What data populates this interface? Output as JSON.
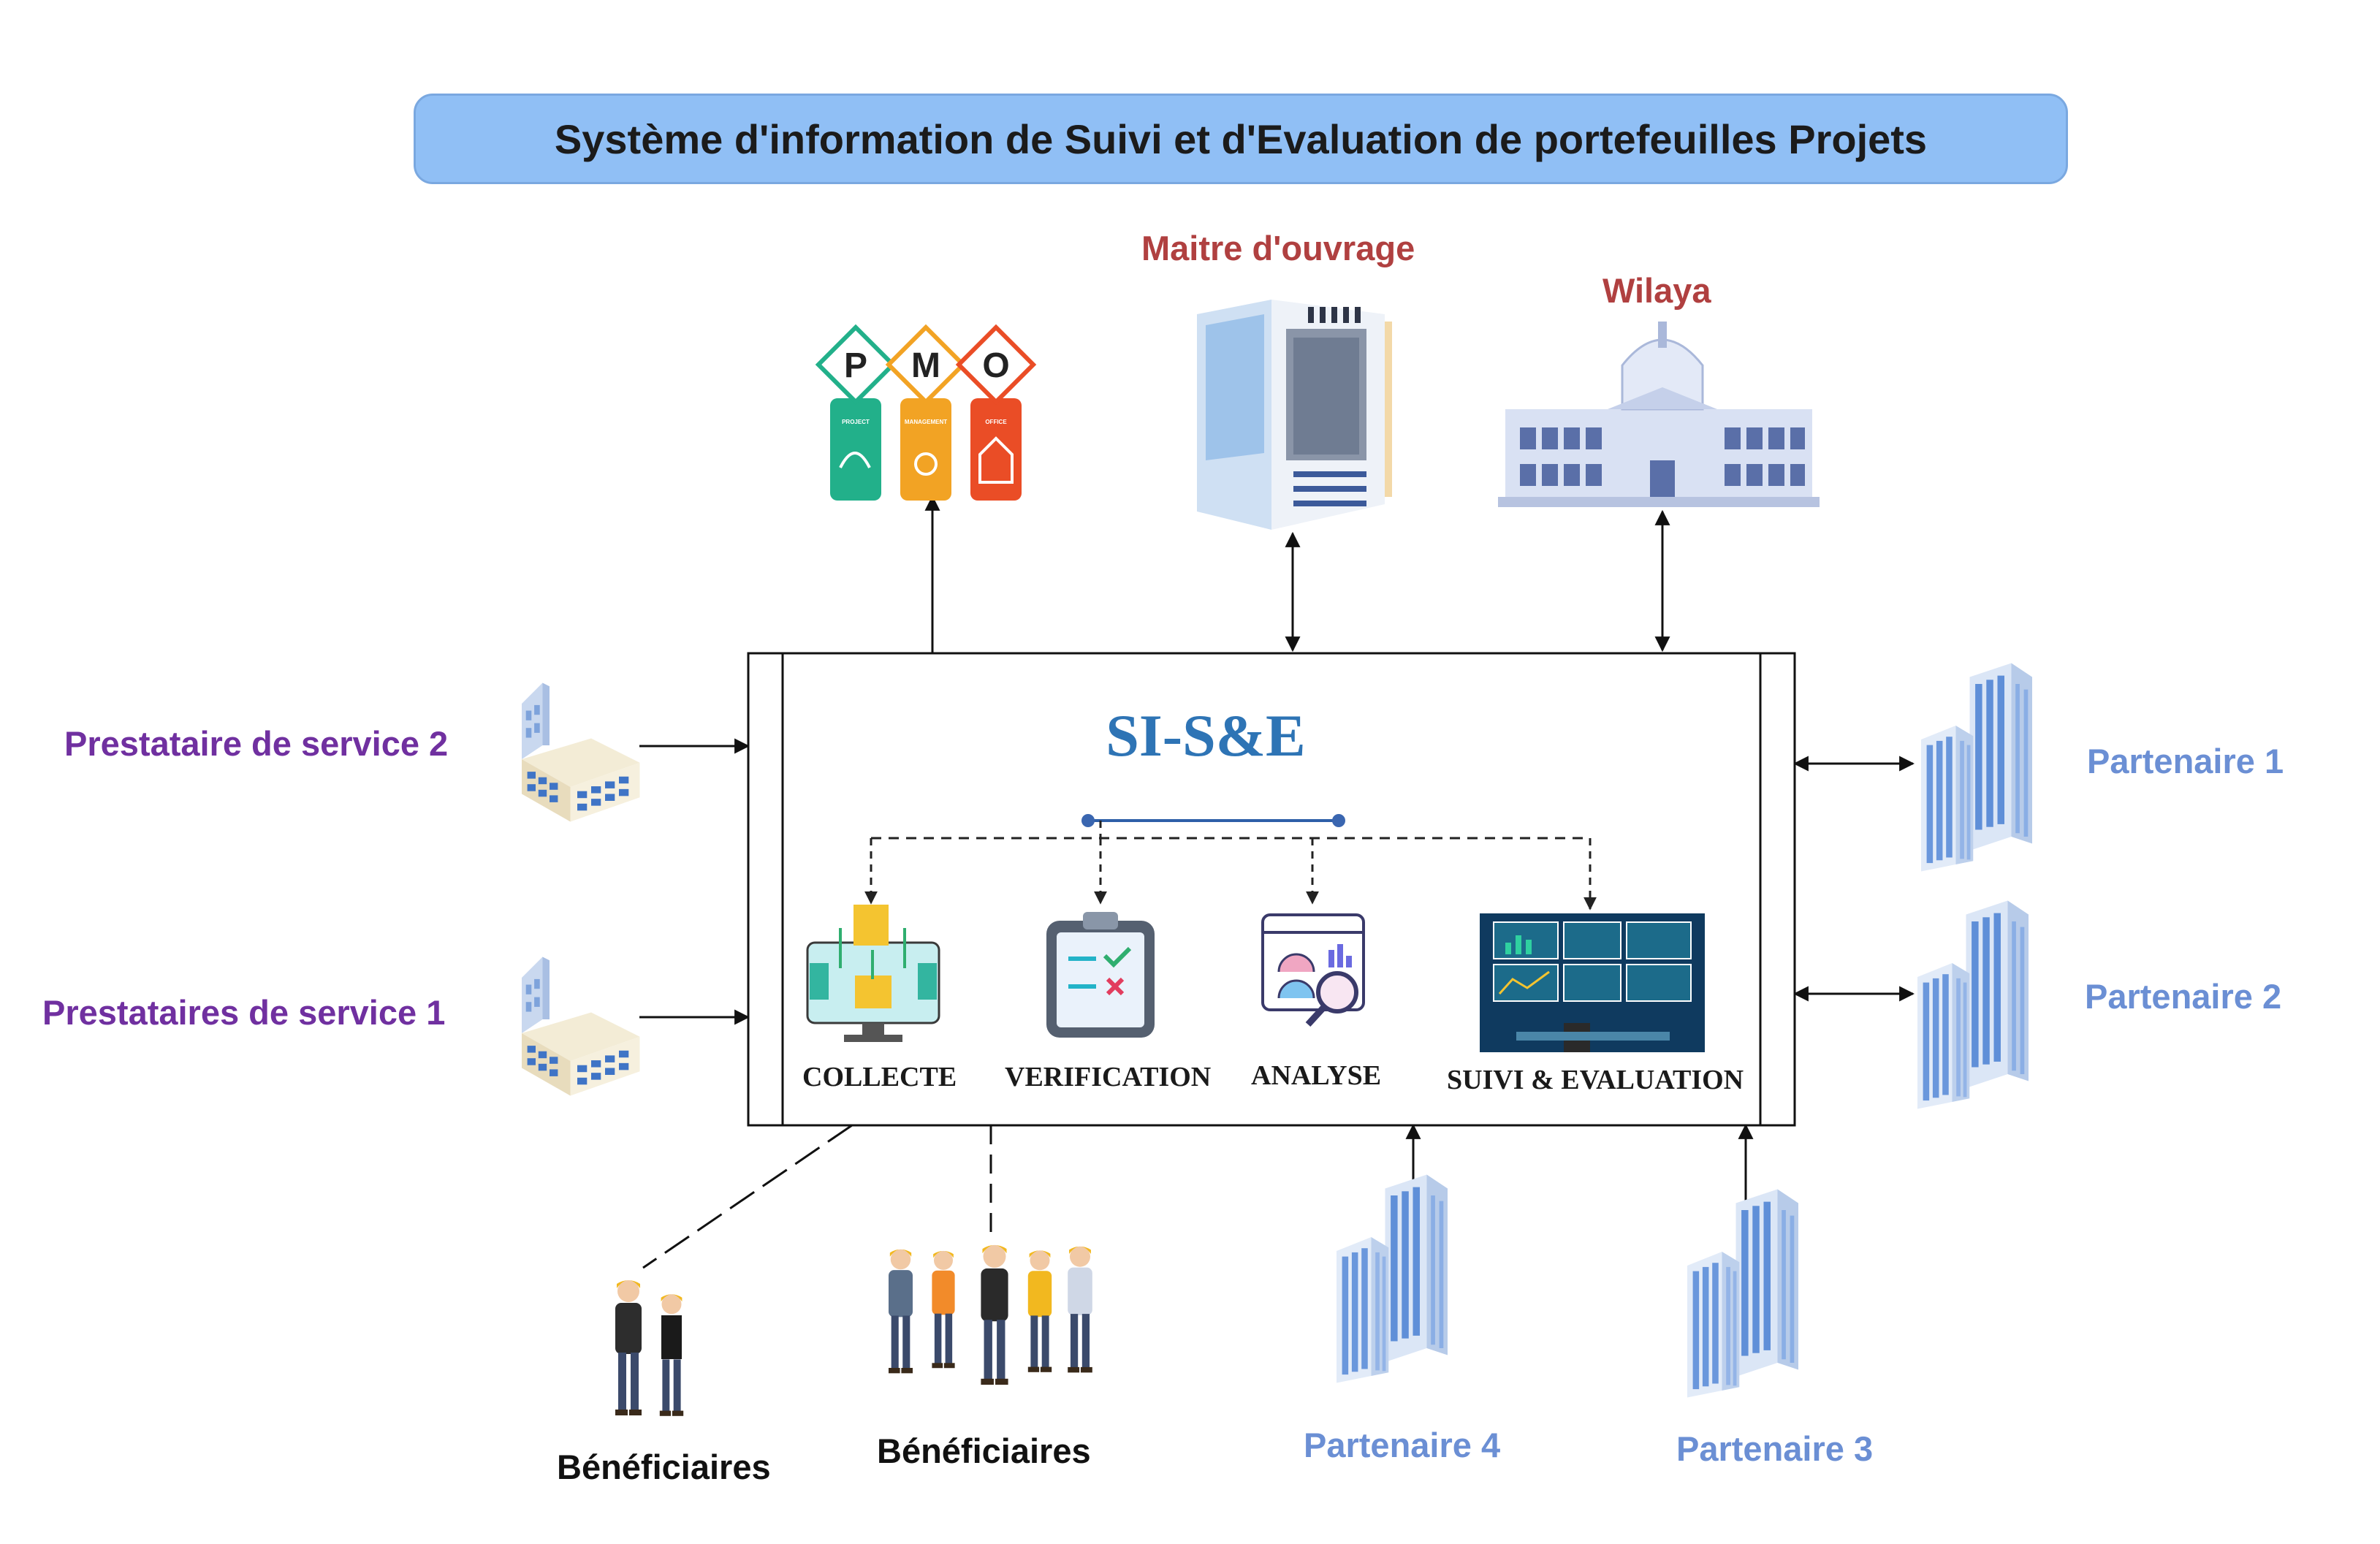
{
  "title": "Système d'information de Suivi et d'Evaluation de portefeuilles Projets",
  "system": {
    "name": "SI-S&E",
    "steps": [
      "COLLECTE",
      "VERIFICATION",
      "ANALYSE",
      "SUIVI & EVALUATION"
    ]
  },
  "pmo_letters": [
    "P",
    "M",
    "O"
  ],
  "pmo_sub": [
    "PROJECT",
    "MANAGEMENT",
    "OFFICE"
  ],
  "actors": {
    "maitre_ouvrage": "Maitre d'ouvrage",
    "wilaya": "Wilaya",
    "prestataire_2": "Prestataire de service 2",
    "prestataire_1": "Prestataires de service 1",
    "partenaire_1": "Partenaire 1",
    "partenaire_2": "Partenaire 2",
    "partenaire_3": "Partenaire 3",
    "partenaire_4": "Partenaire 4",
    "beneficiaires_1": "Bénéficiaires",
    "beneficiaires_2": "Bénéficiaires"
  },
  "icons": {
    "pmo": "pmo-badges-icon",
    "maitre_ouvrage": "office-tower-icon",
    "wilaya": "government-building-icon",
    "prestataire": "small-office-building-icon",
    "partenaire": "skyscraper-pair-icon",
    "beneficiaires": "people-group-icon",
    "collecte": "data-collection-monitor-icon",
    "verification": "clipboard-checklist-icon",
    "analyse": "dashboard-magnifier-icon",
    "suivi": "control-room-screens-icon"
  },
  "colors": {
    "banner": "#90bff5",
    "system_name": "#2e74b5",
    "prestataire_label": "#7030a0",
    "partenaire_label": "#6b8fd4",
    "top_label": "#b04040"
  }
}
